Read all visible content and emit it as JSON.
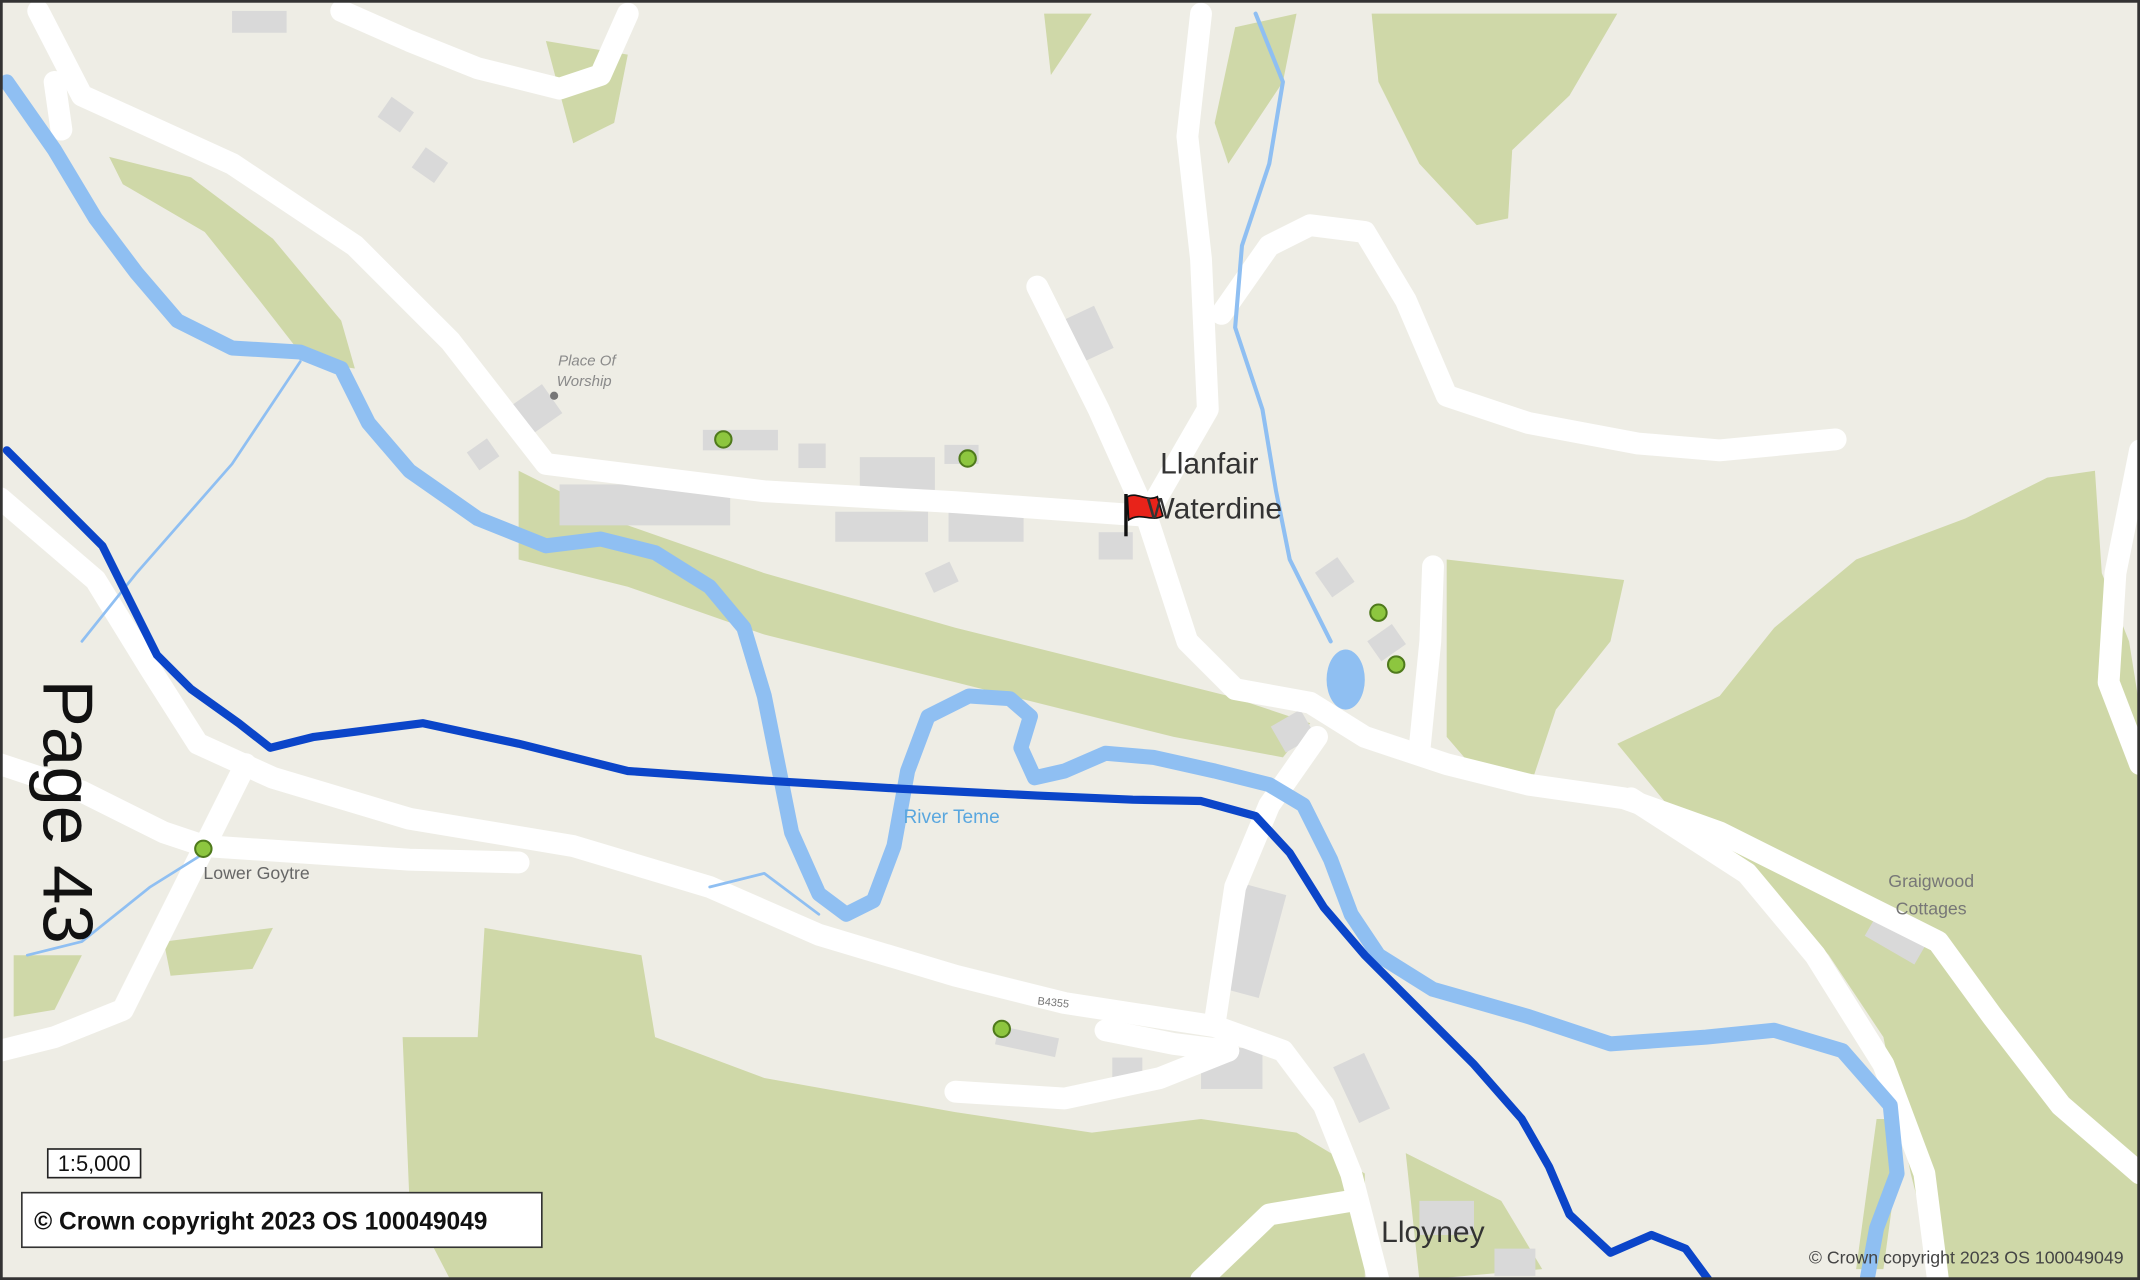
{
  "map": {
    "labels": {
      "place_of_worship_line1": "Place Of",
      "place_of_worship_line2": "Worship",
      "village_line1": "Llanfair",
      "village_line2": "Waterdine",
      "river": "River Teme",
      "lower_goytre": "Lower Goytre",
      "road_number": "B4355",
      "graigwood_line1": "Graigwood",
      "graigwood_line2": "Cottages",
      "lloyney": "Lloyney"
    },
    "page_label": "Page 43",
    "scale": "1:5,000",
    "copyright_box": "© Crown copyright 2023 OS 100049049",
    "copyright_corner": "© Crown copyright 2023 OS 100049049",
    "colors": {
      "land": "#eeede5",
      "woodland": "#cfd8a8",
      "road": "#ffffff",
      "river": "#8fbff2",
      "boundary": "#0b45c9",
      "building": "#d9d9d9",
      "poi": "#8dc63f",
      "river_label": "#5aa7df"
    },
    "icons": {
      "flag": "flag-icon",
      "poi": "point-of-interest-icon"
    }
  }
}
